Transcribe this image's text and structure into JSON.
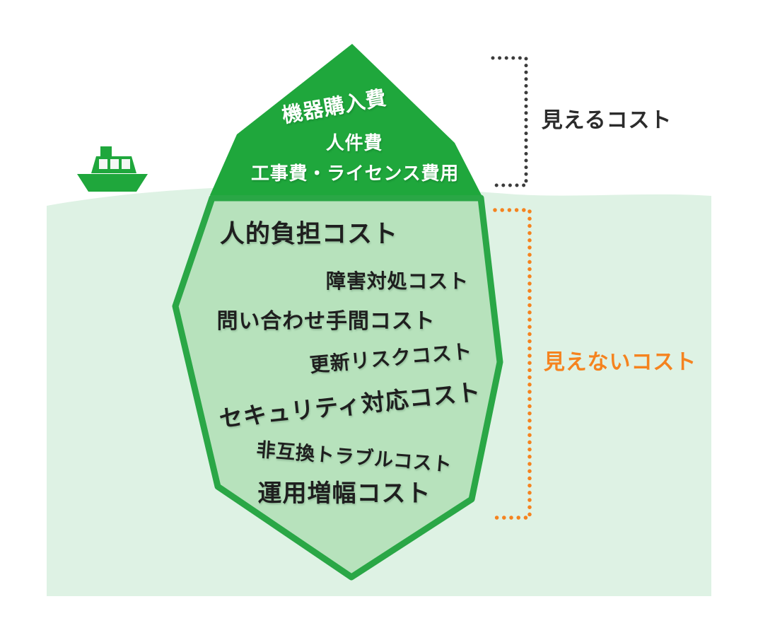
{
  "diagram": {
    "above_water": {
      "items": [
        "機器購入費",
        "人件費",
        "工事費・ライセンス費用"
      ]
    },
    "below_water": {
      "items": [
        "人的負担コスト",
        "障害対処コスト",
        "問い合わせ手間コスト",
        "更新リスクコスト",
        "セキュリティ対応コスト",
        "非互換トラブルコスト",
        "運用増幅コスト"
      ]
    },
    "legend": {
      "visible_label": "見えるコスト",
      "hidden_label": "見えないコスト"
    },
    "colors": {
      "iceberg_top_fill": "#1fa73c",
      "iceberg_body_fill": "#b7e2bc",
      "iceberg_border": "#2aa746",
      "water_fill": "#def2e4",
      "visible_bracket": "#3b3b3b",
      "hidden_bracket": "#f5831f",
      "ship": "#1fa73c"
    },
    "icons": [
      "ship-icon",
      "visible-cost-bracket",
      "hidden-cost-bracket"
    ]
  }
}
